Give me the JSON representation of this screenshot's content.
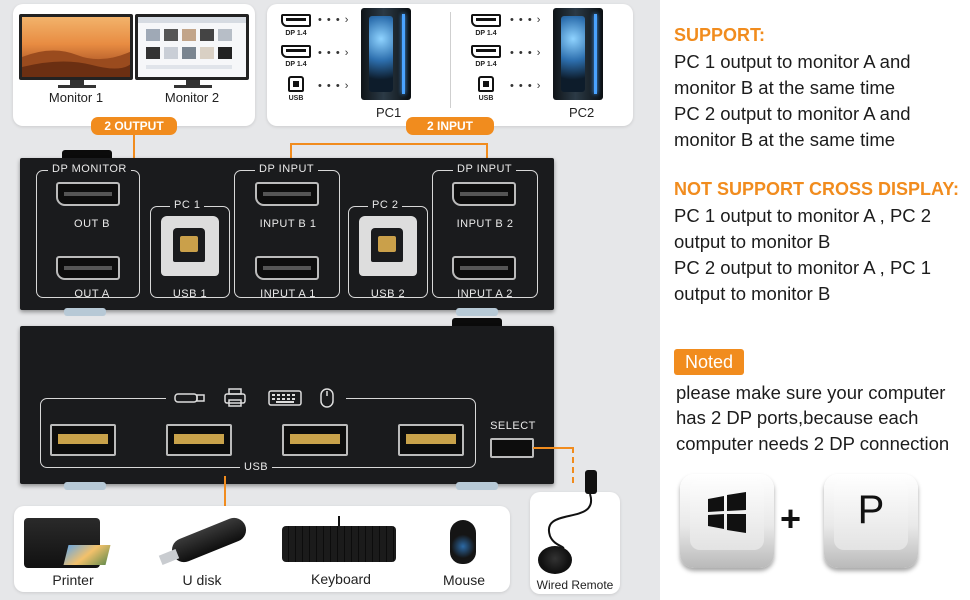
{
  "top": {
    "monitor_1": "Monitor 1",
    "monitor_2": "Monitor 2",
    "output_badge": "2 OUTPUT",
    "input_badge": "2 INPUT",
    "port_dp": "DP 1.4",
    "port_usb": "USB",
    "pc1": "PC1",
    "pc2": "PC2"
  },
  "back_panel": {
    "dp_monitor": "DP MONITOR",
    "out_b": "OUT B",
    "out_a": "OUT A",
    "pc_1": "PC 1",
    "usb_1": "USB 1",
    "dp_input_1": "DP INPUT",
    "input_b1": "INPUT B 1",
    "input_a1": "INPUT A 1",
    "pc_2": "PC 2",
    "usb_2": "USB 2",
    "dp_input_2": "DP INPUT",
    "input_b2": "INPUT B 2",
    "input_a2": "INPUT A 2"
  },
  "front_panel": {
    "usb": "USB",
    "select": "SELECT"
  },
  "peripherals": {
    "printer": "Printer",
    "u_disk": "U disk",
    "keyboard": "Keyboard",
    "mouse": "Mouse",
    "wired_remote": "Wired Remote"
  },
  "info": {
    "support_title": "SUPPORT:",
    "support_lines": [
      "PC 1 output to monitor A and",
      "monitor B at the same time",
      "PC 2 output to monitor A and",
      "monitor B at the same time"
    ],
    "not_support_title": "NOT SUPPORT CROSS DISPLAY:",
    "not_support_lines": [
      "PC 1 output to monitor A , PC 2",
      "output to monitor B",
      "PC 2 output to monitor A , PC 1",
      "output to monitor B"
    ],
    "noted_badge": "Noted",
    "noted_lines": [
      "please make sure your computer",
      "has 2 DP ports,because each",
      "computer needs 2 DP connection"
    ],
    "key_plus": "+",
    "key_p": "P"
  },
  "colors": {
    "accent": "#f18c1e",
    "device_black": "#1a1b1d",
    "panel_bg": "#e6e7e9"
  }
}
